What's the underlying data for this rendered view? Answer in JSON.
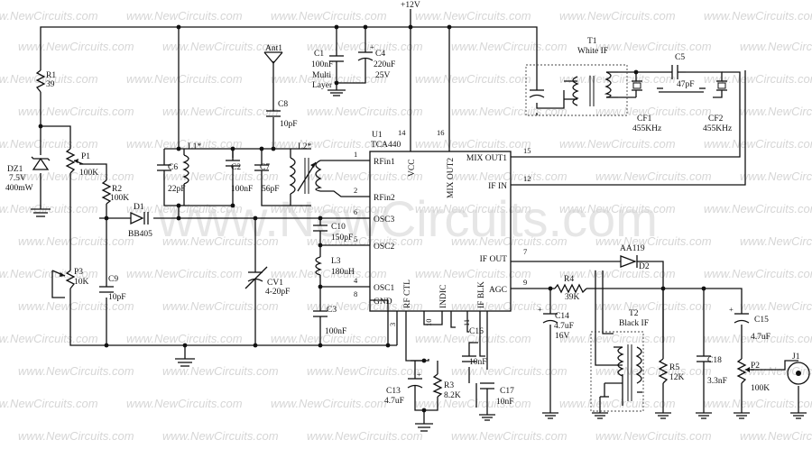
{
  "watermark": {
    "small": "www.NewCircuits.com",
    "big": "www.NewCircuits.com"
  },
  "supply": "+12V",
  "ic": {
    "ref": "U1",
    "part": "TCA440",
    "pins_left": [
      {
        "num": "1",
        "name": "RFin1"
      },
      {
        "num": "2",
        "name": "RFin2"
      },
      {
        "num": "6",
        "name": "OSC3"
      },
      {
        "num": "5",
        "name": "OSC2"
      },
      {
        "num": "4",
        "name": "OSC1"
      },
      {
        "num": "8",
        "name": "GND"
      }
    ],
    "pins_top": [
      {
        "num": "14",
        "name": "VCC"
      },
      {
        "num": "16",
        "name": "MIX OUT2"
      }
    ],
    "pins_right": [
      {
        "num": "15",
        "name": "MIX OUT1"
      },
      {
        "num": "12",
        "name": "IF IN"
      },
      {
        "num": "7",
        "name": "IF OUT"
      },
      {
        "num": "9",
        "name": "AGC"
      }
    ],
    "pins_bottom": [
      {
        "num": "3",
        "name": "RF CTL"
      },
      {
        "num": "10",
        "name": "INDIC"
      },
      {
        "num": "11",
        "name": "IF BLK"
      }
    ]
  },
  "components": {
    "R1": {
      "ref": "R1",
      "value": "39"
    },
    "DZ1": {
      "ref": "DZ1",
      "v": "7.5V",
      "p": "400mW"
    },
    "P1": {
      "ref": "P1",
      "value": "100K"
    },
    "R2": {
      "ref": "R2",
      "value": "100K"
    },
    "D1": {
      "ref": "D1",
      "value": "BB405"
    },
    "P3": {
      "ref": "P3",
      "value": "10K"
    },
    "C9": {
      "ref": "C9",
      "value": "10pF"
    },
    "C6": {
      "ref": "C6",
      "value": "22pF"
    },
    "L1": {
      "ref": "L1*"
    },
    "C2": {
      "ref": "C2",
      "value": "100nF"
    },
    "C7": {
      "ref": "C7",
      "value": "56pF"
    },
    "L2": {
      "ref": "L2*"
    },
    "Ant": {
      "ref": "Ant1"
    },
    "C8": {
      "ref": "C8",
      "value": "10pF"
    },
    "C1": {
      "ref": "C1",
      "value": "100nF",
      "extra1": "Multi",
      "extra2": "Layer"
    },
    "C4": {
      "ref": "C4",
      "value": "220uF",
      "v": "25V"
    },
    "C10": {
      "ref": "C10",
      "value": "150pF"
    },
    "L3": {
      "ref": "L3",
      "value": "180uH"
    },
    "CV1": {
      "ref": "CV1",
      "value": "4-20pF"
    },
    "C3": {
      "ref": "C3",
      "value": "100nF"
    },
    "T1": {
      "ref": "T1",
      "value": "White IF"
    },
    "C5": {
      "ref": "C5",
      "value": "47pF"
    },
    "CF1": {
      "ref": "CF1",
      "value": "455KHz"
    },
    "CF2": {
      "ref": "CF2",
      "value": "455KHz"
    },
    "D2": {
      "ref": "D2",
      "value": "AA119"
    },
    "R4": {
      "ref": "R4",
      "value": "39K"
    },
    "C14": {
      "ref": "C14",
      "value": "4.7uF",
      "v": "16V"
    },
    "T2": {
      "ref": "T2",
      "value": "Black IF"
    },
    "R5": {
      "ref": "R5",
      "value": "12K"
    },
    "C18": {
      "ref": "C18",
      "value": "3.3nF"
    },
    "C15": {
      "ref": "C15",
      "value": "4.7uF"
    },
    "P2": {
      "ref": "P2",
      "value": "100K"
    },
    "J1": {
      "ref": "J1"
    },
    "C16": {
      "ref": "C16",
      "value": "10nF"
    },
    "C13": {
      "ref": "C13",
      "value": "4.7uF"
    },
    "R3": {
      "ref": "R3",
      "value": "8.2K"
    },
    "C17": {
      "ref": "C17",
      "value": "10nF"
    }
  }
}
